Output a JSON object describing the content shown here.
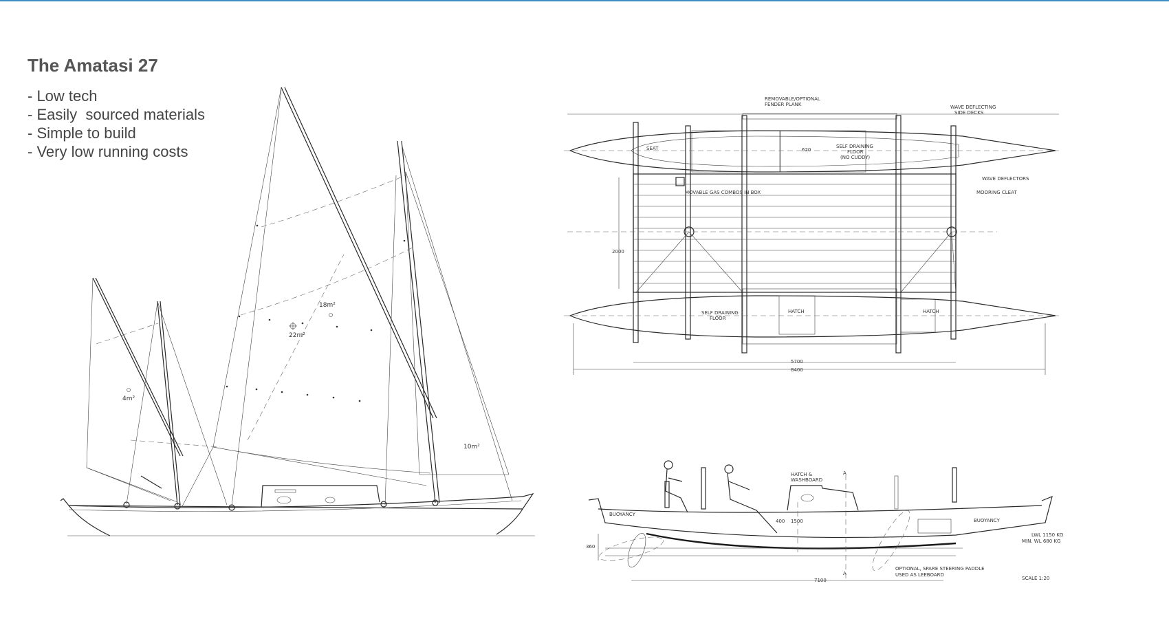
{
  "heading": {
    "title": "The Amatasi 27",
    "bullets": [
      "- Low tech",
      "- Easily  sourced materials",
      "- Simple to build",
      "- Very low running costs"
    ]
  },
  "sail_plan": {
    "mizzen_area": "4m²",
    "main_area_top": "18m²",
    "main_area": "22m²",
    "jib_area": "10m²"
  },
  "plan_view": {
    "labels": {
      "fender_plank": "REMOVABLE/OPTIONAL",
      "fender_plank_2": "FENDER PLANK",
      "wave_side_decks": "WAVE DEFLECTING",
      "wave_side_decks_2": "SIDE DECKS",
      "seat": "SEAT",
      "dim_620": "620",
      "self_draining_top": "SELF DRAINING",
      "self_draining_top_2": "FLOOR",
      "self_draining_top_3": "(NO CUDDY)",
      "wave_deflectors": "WAVE DEFLECTORS",
      "mooring_cleat": "MOORING CLEAT",
      "gas_box": "MOVABLE GAS COMBOS IN BOX",
      "dim_2000": "2000",
      "self_draining_bottom": "SELF DRAINING",
      "self_draining_bottom_2": "FLOOR",
      "hatch_1": "HATCH",
      "hatch_2": "HATCH",
      "dim_5700": "5700",
      "dim_8400": "8400"
    }
  },
  "profile_view": {
    "labels": {
      "hatch_washboard": "HATCH &",
      "hatch_washboard_2": "WASHBOARD",
      "buoyancy_left": "BUOYANCY",
      "buoyancy_right": "BUOYANCY",
      "dim_360": "360",
      "dim_400": "400",
      "dim_1500": "1500",
      "dim_7100": "7100",
      "paddle_note": "OPTIONAL, SPARE STEERING PADDLE",
      "paddle_note_2": "USED AS LEEBOARD",
      "lwl_1": "LWL  1150 KG",
      "lwl_2": "MIN. WL  680 KG",
      "scale": "SCALE  1:20",
      "section_a_top": "A",
      "section_a_bottom": "A"
    }
  }
}
